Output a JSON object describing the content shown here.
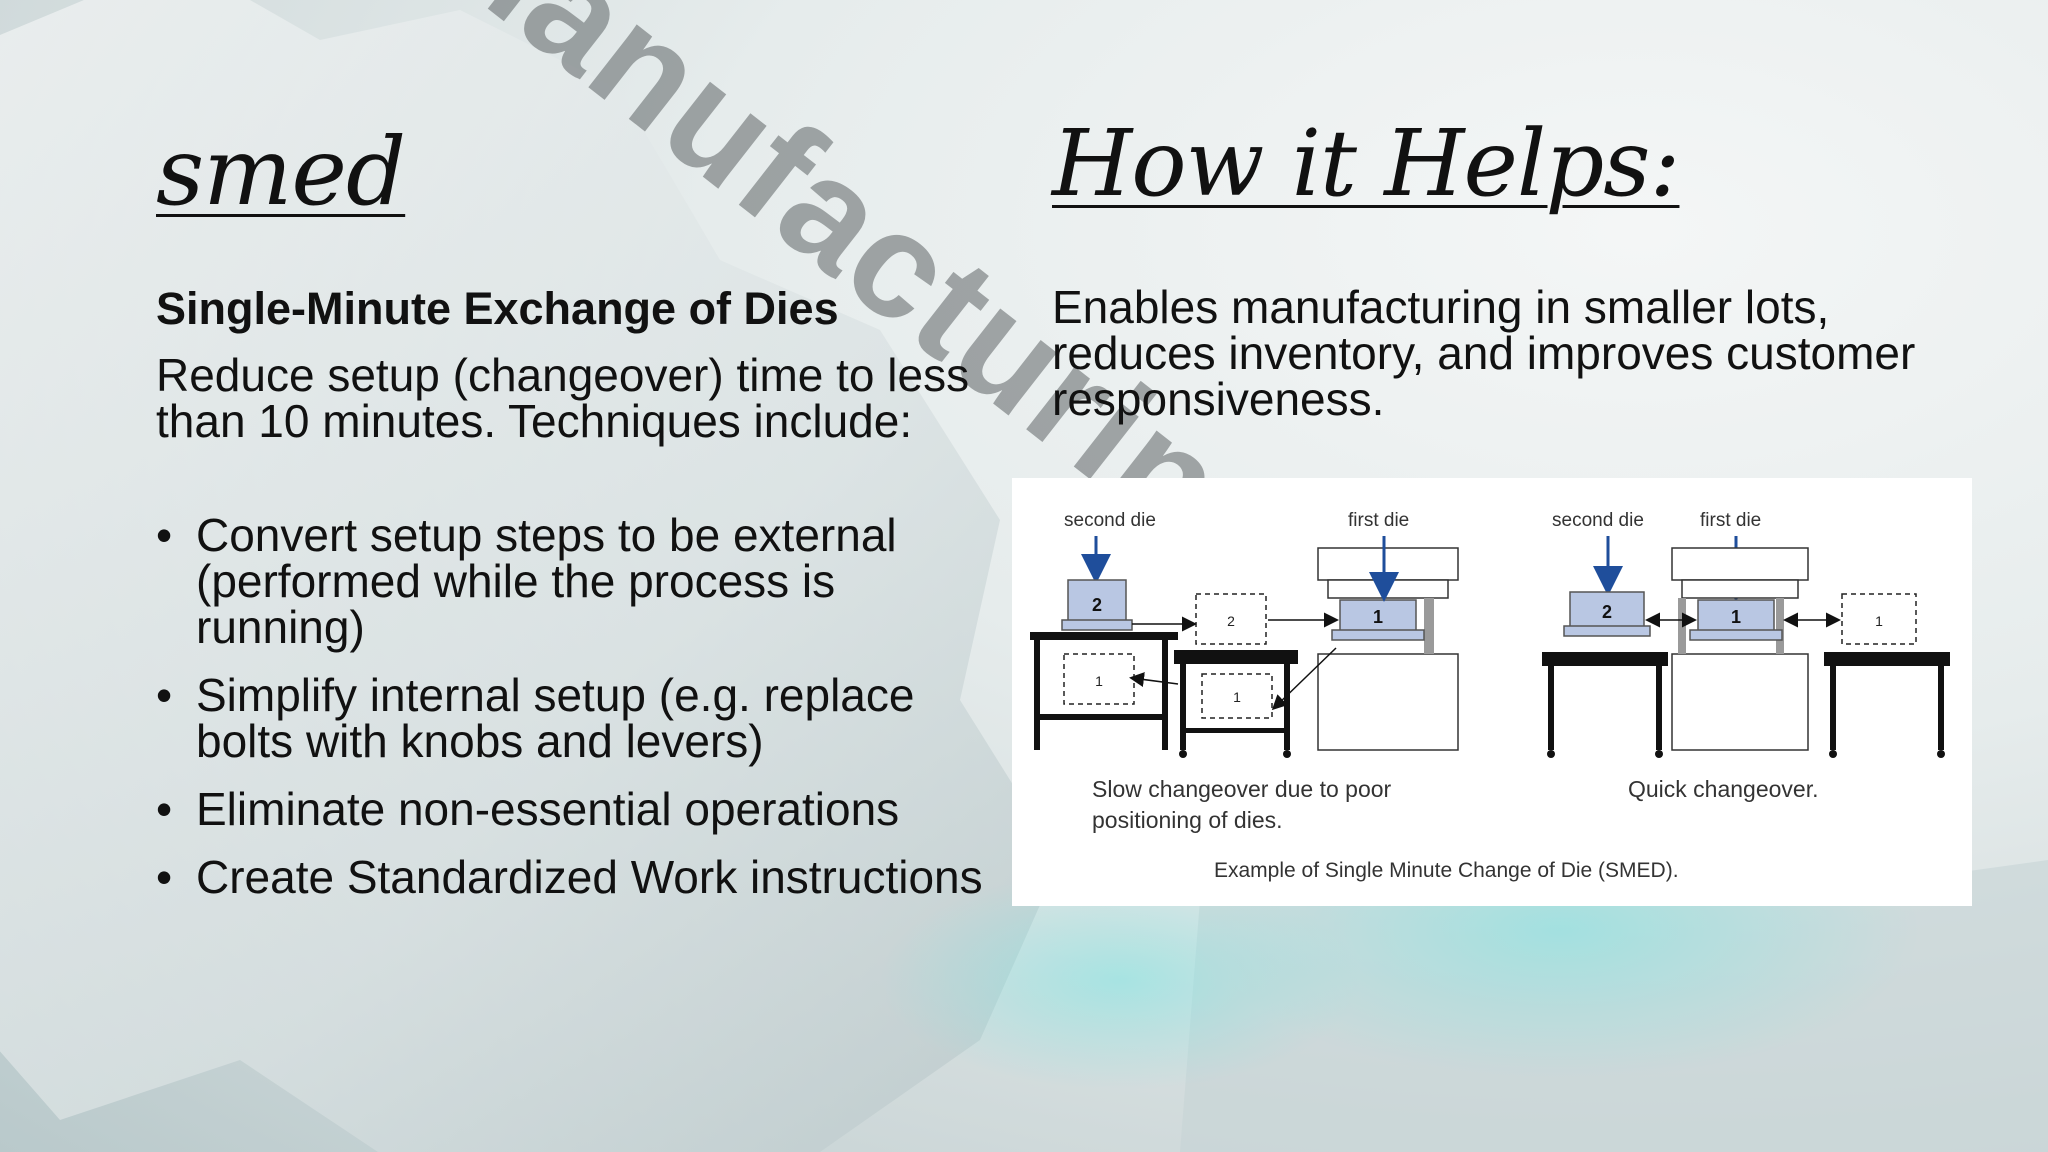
{
  "slide": {
    "left": {
      "title": "smed",
      "subheading": "Single-Minute Exchange of Dies",
      "intro": "Reduce setup (changeover) time to less than 10 minutes. Techniques include:",
      "bullets": [
        "Convert setup steps to be external (performed while the process is running)",
        "Simplify internal setup (e.g. replace bolts with knobs and levers)",
        "Eliminate non-essential operations",
        "Create Standardized Work instructions"
      ]
    },
    "right": {
      "title": "How it Helps:",
      "body": "Enables manufacturing in smaller lots, reduces inventory, and improves customer responsiveness."
    },
    "figure": {
      "labels": {
        "second_die_slow": "second die",
        "first_die_slow": "first die",
        "second_die_quick": "second die",
        "first_die_quick": "first die",
        "die_1": "1",
        "die_2": "2"
      },
      "caption_slow": "Slow changeover due to poor positioning of dies.",
      "caption_quick": "Quick changeover.",
      "caption_main": "Example of Single Minute Change of Die (SMED).",
      "colors": {
        "die_fill": "#b9c7e3",
        "arrow": "#1f4e9b",
        "table": "#111111"
      }
    },
    "background": {
      "watermark_text": "manufacturing lean"
    }
  }
}
